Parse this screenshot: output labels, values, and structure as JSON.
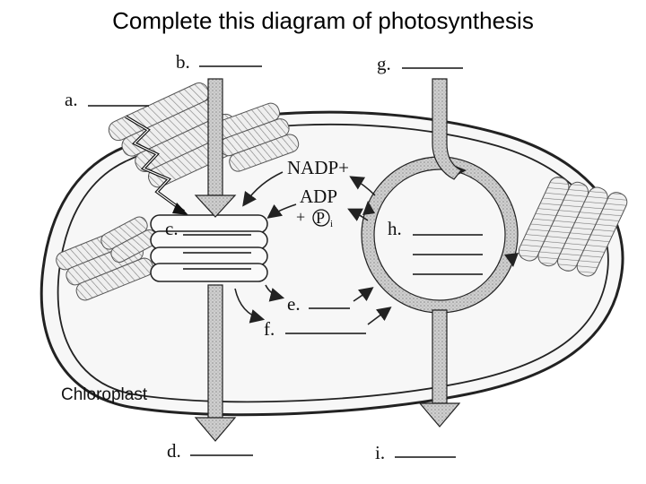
{
  "title": "Complete this diagram of photosynthesis",
  "labels": {
    "a": "a.",
    "b": "b.",
    "c": "c.",
    "d": "d.",
    "e": "e.",
    "f": "f.",
    "g": "g.",
    "h": "h.",
    "i": "i."
  },
  "molecules": {
    "nadp": "NADP+",
    "adp": "ADP",
    "pi_plus": "+",
    "pi": "P",
    "pi_sub": "i"
  },
  "organelle_label": "Chloroplast",
  "colors": {
    "ink": "#111111",
    "arrow_fill": "#9a9a9a",
    "cycle_ring": "#8a8a8a"
  }
}
